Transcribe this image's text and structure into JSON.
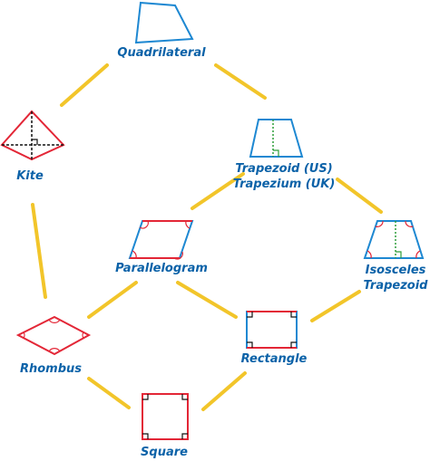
{
  "diagram": {
    "title": "",
    "colors": {
      "edge": "#f2c52a",
      "blue": "#1e88d2",
      "red": "#e32636",
      "black": "#111111",
      "green": "#2e9e3a",
      "label": "#0b62a8"
    },
    "nodes": {
      "quadrilateral": {
        "label": "Quadrilateral"
      },
      "kite": {
        "label": "Kite"
      },
      "trapezoid": {
        "label_line1": "Trapezoid (US)",
        "label_line2": "Trapezium (UK)"
      },
      "parallelogram": {
        "label": "Parallelogram"
      },
      "isosceles": {
        "label_line1": "Isosceles",
        "label_line2": "Trapezoid"
      },
      "rhombus": {
        "label": "Rhombus"
      },
      "rectangle": {
        "label": "Rectangle"
      },
      "square": {
        "label": "Square"
      }
    },
    "edges": [
      {
        "from": "quadrilateral",
        "to": "kite"
      },
      {
        "from": "quadrilateral",
        "to": "trapezoid"
      },
      {
        "from": "kite",
        "to": "rhombus"
      },
      {
        "from": "trapezoid",
        "to": "parallelogram"
      },
      {
        "from": "trapezoid",
        "to": "isosceles"
      },
      {
        "from": "parallelogram",
        "to": "rhombus"
      },
      {
        "from": "parallelogram",
        "to": "rectangle"
      },
      {
        "from": "isosceles",
        "to": "rectangle"
      },
      {
        "from": "rhombus",
        "to": "square"
      },
      {
        "from": "rectangle",
        "to": "square"
      }
    ]
  }
}
